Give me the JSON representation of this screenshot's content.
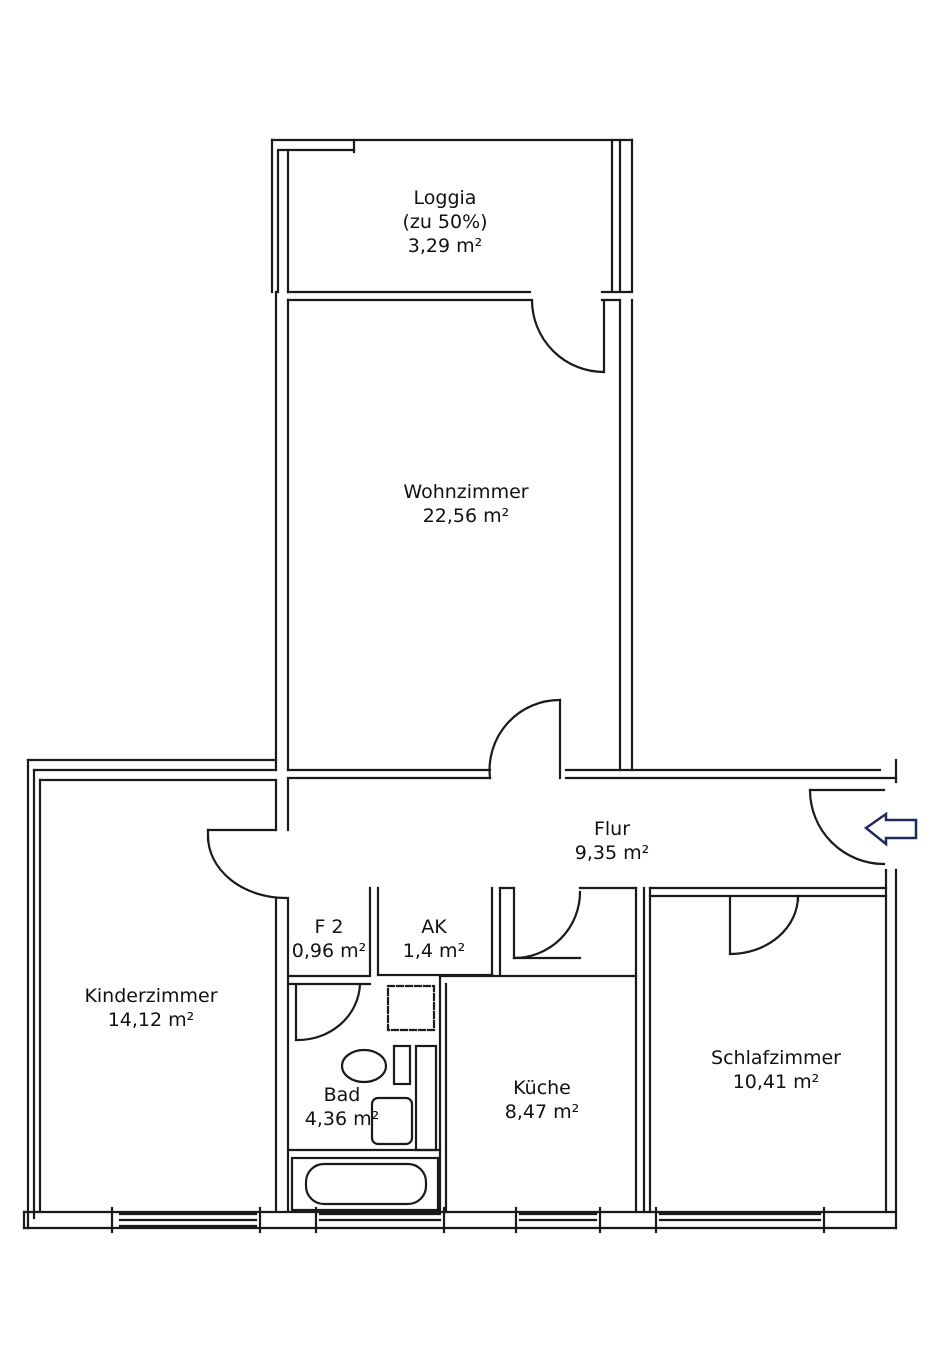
{
  "plan": {
    "rooms": {
      "loggia": {
        "name": "Loggia",
        "note": "(zu 50%)",
        "area": "3,29 m²"
      },
      "wohnzimmer": {
        "name": "Wohnzimmer",
        "area": "22,56 m²"
      },
      "flur": {
        "name": "Flur",
        "area": "9,35 m²"
      },
      "f2": {
        "name": "F 2",
        "area": "0,96 m²"
      },
      "ak": {
        "name": "AK",
        "area": "1,4 m²"
      },
      "kinderzimmer": {
        "name": "Kinderzimmer",
        "area": "14,12 m²"
      },
      "bad": {
        "name": "Bad",
        "area": "4,36 m²"
      },
      "kueche": {
        "name": "Küche",
        "area": "8,47 m²"
      },
      "schlafzimmer": {
        "name": "Schlafzimmer",
        "area": "10,41 m²"
      }
    },
    "entrance_arrow": {
      "icon": "arrow-left-icon",
      "color": "#1f2a5c"
    },
    "line_color": "#1a1a1a"
  }
}
